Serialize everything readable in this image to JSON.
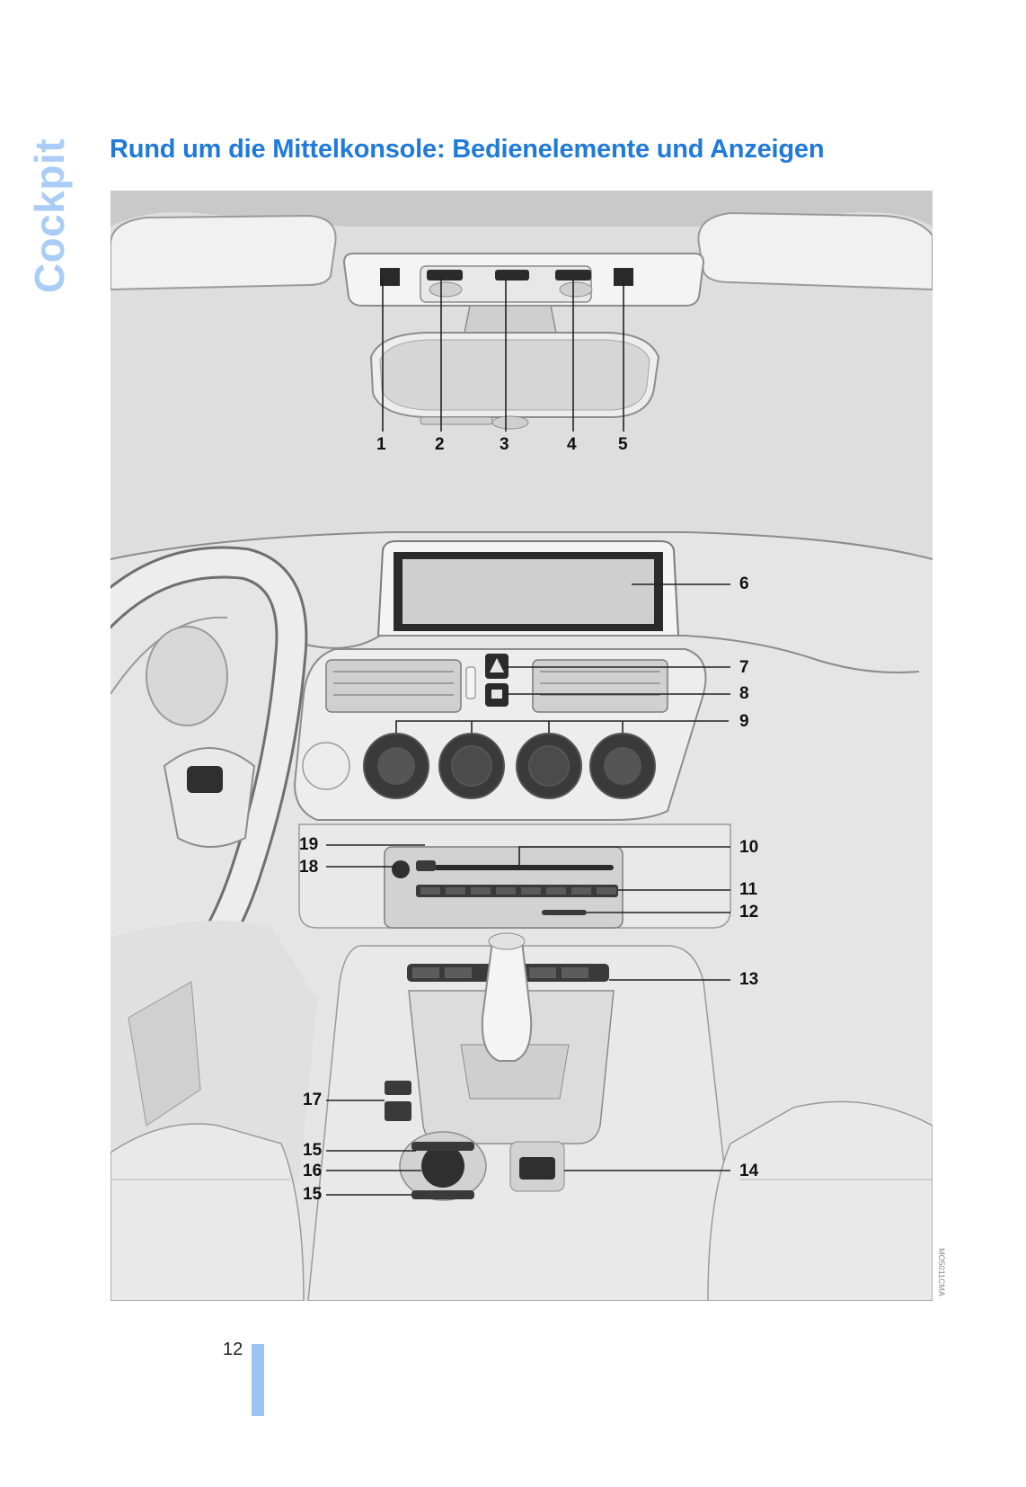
{
  "section_tab": "Cockpit",
  "title": "Rund um die Mittelkonsole: Bedienelemente und Anzeigen",
  "figure": {
    "image_code": "MO5011CMA",
    "callouts": [
      "1",
      "2",
      "3",
      "4",
      "5",
      "6",
      "7",
      "8",
      "9",
      "10",
      "11",
      "12",
      "13",
      "14",
      "15",
      "16",
      "15",
      "17",
      "18",
      "19"
    ]
  },
  "page_number": "12",
  "colors": {
    "heading": "#1f7ad9",
    "tab": "#a9cdf6",
    "page_bar": "#9ac4f2"
  }
}
